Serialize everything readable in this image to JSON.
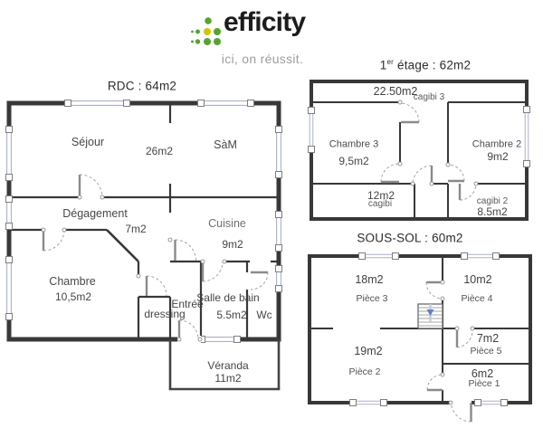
{
  "logo": {
    "brand": "efficity",
    "tagline": "ici, on réussit.",
    "dot_green": "#55a430",
    "dot_yellow": "#d2c400"
  },
  "plans": {
    "rdc": {
      "title": "RDC : 64m2",
      "rooms": {
        "sejour": {
          "name": "Séjour",
          "area": "26m2"
        },
        "sam": {
          "name": "SàM"
        },
        "degagement": {
          "name": "Dégagement",
          "area": "7m2"
        },
        "cuisine": {
          "name": "Cuisine",
          "area": "9m2"
        },
        "chambre": {
          "name": "Chambre",
          "area": "10,5m2"
        },
        "entree": {
          "name": "Entrée"
        },
        "dressing": {
          "name": "dressing"
        },
        "salle_de_bain": {
          "name": "Salle de bain",
          "area": "5.5m2"
        },
        "wc": {
          "name": "Wc"
        },
        "veranda": {
          "name": "Véranda",
          "area": "11m2"
        }
      }
    },
    "etage": {
      "title_num": "1",
      "title_sup": "er",
      "title_rest": " étage : 62m2",
      "rooms": {
        "cagibi3": {
          "area": "22.50m2",
          "name": "cagibi 3"
        },
        "chambre3": {
          "name": "Chambre 3",
          "area": "9,5m2"
        },
        "chambre2": {
          "name": "Chambre 2",
          "area": "9m2"
        },
        "cagibi": {
          "area": "12m2",
          "name": "cagibi"
        },
        "cagibi2": {
          "name": "cagibi 2",
          "area": "8.5m2"
        }
      }
    },
    "sous_sol": {
      "title": "SOUS-SOL : 60m2",
      "rooms": {
        "piece3": {
          "area": "18m2",
          "name": "Pièce 3"
        },
        "piece4": {
          "area": "10m2",
          "name": "Pièce 4"
        },
        "piece2": {
          "area": "19m2",
          "name": "Pièce 2"
        },
        "piece5": {
          "area": "7m2",
          "name": "Pièce 5"
        },
        "piece1": {
          "area": "6m2",
          "name": "Pièce 1"
        }
      }
    }
  },
  "colors": {
    "wall": "#383838",
    "window_glass": "#aab1c9",
    "door_leaf": "#8a8a8a",
    "stairs_arrow": "#5b82c8"
  }
}
